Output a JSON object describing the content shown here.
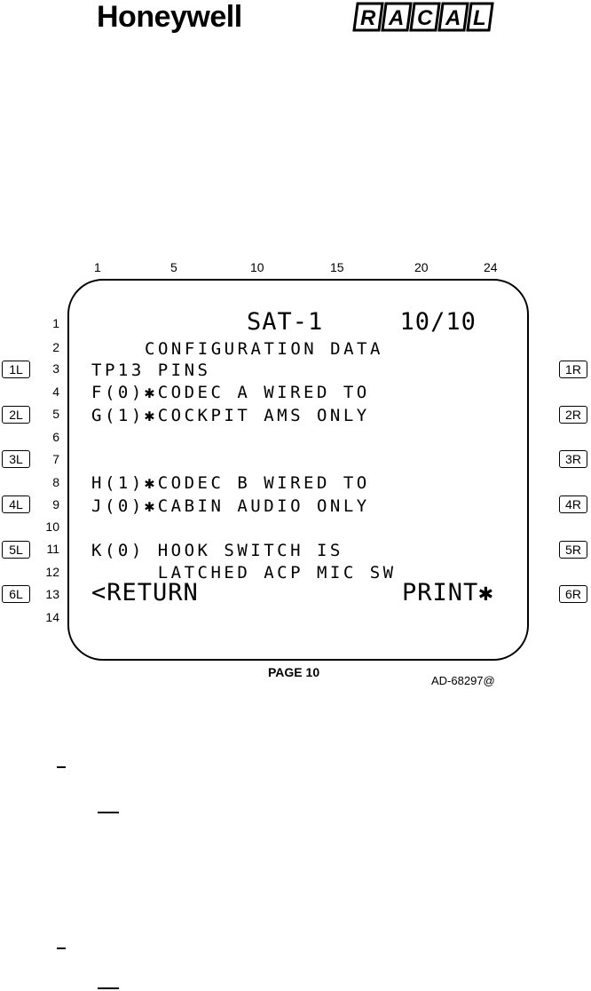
{
  "logos": {
    "honeywell": "Honeywell",
    "racal": "RACAL"
  },
  "column_numbers": [
    "1",
    "5",
    "10",
    "15",
    "20",
    "24"
  ],
  "row_numbers": [
    "1",
    "2",
    "3",
    "4",
    "5",
    "6",
    "7",
    "8",
    "9",
    "10",
    "11",
    "12",
    "13",
    "14"
  ],
  "keys": {
    "left": [
      "1L",
      "2L",
      "3L",
      "4L",
      "5L",
      "6L"
    ],
    "right": [
      "1R",
      "2R",
      "3R",
      "4R",
      "5R",
      "6R"
    ]
  },
  "display": {
    "line1": "SAT-1     10/10",
    "line2": "CONFIGURATION DATA",
    "line3": "TP13 PINS",
    "line4": "F(0)✱CODEC A WIRED TO",
    "line5": "G(1)✱COCKPIT AMS ONLY",
    "line8": "H(1)✱CODEC B WIRED TO",
    "line9": "J(0)✱CABIN AUDIO ONLY",
    "line11": "K(0) HOOK SWITCH IS",
    "line12": "     LATCHED ACP MIC SW",
    "line13_left": "<RETURN",
    "line13_right": "PRINT✱"
  },
  "caption": {
    "page": "PAGE 10",
    "figure_id": "AD-68297@"
  }
}
